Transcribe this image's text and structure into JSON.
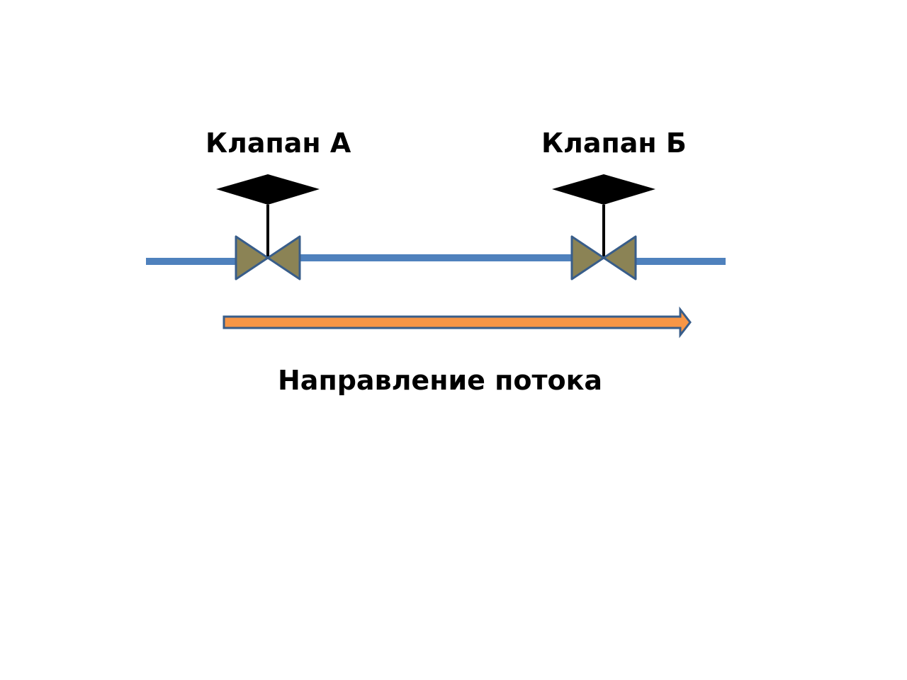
{
  "valves": [
    {
      "label": "Клапан А"
    },
    {
      "label": "Клапан Б"
    }
  ],
  "flow": {
    "label": "Направление потока"
  },
  "colors": {
    "pipe": "#4f81bd",
    "valve_body": "#8b8355",
    "valve_outline": "#385d8a",
    "actuator": "#000000",
    "flow_arrow": "#f79646",
    "flow_arrow_outline": "#385d8a"
  }
}
